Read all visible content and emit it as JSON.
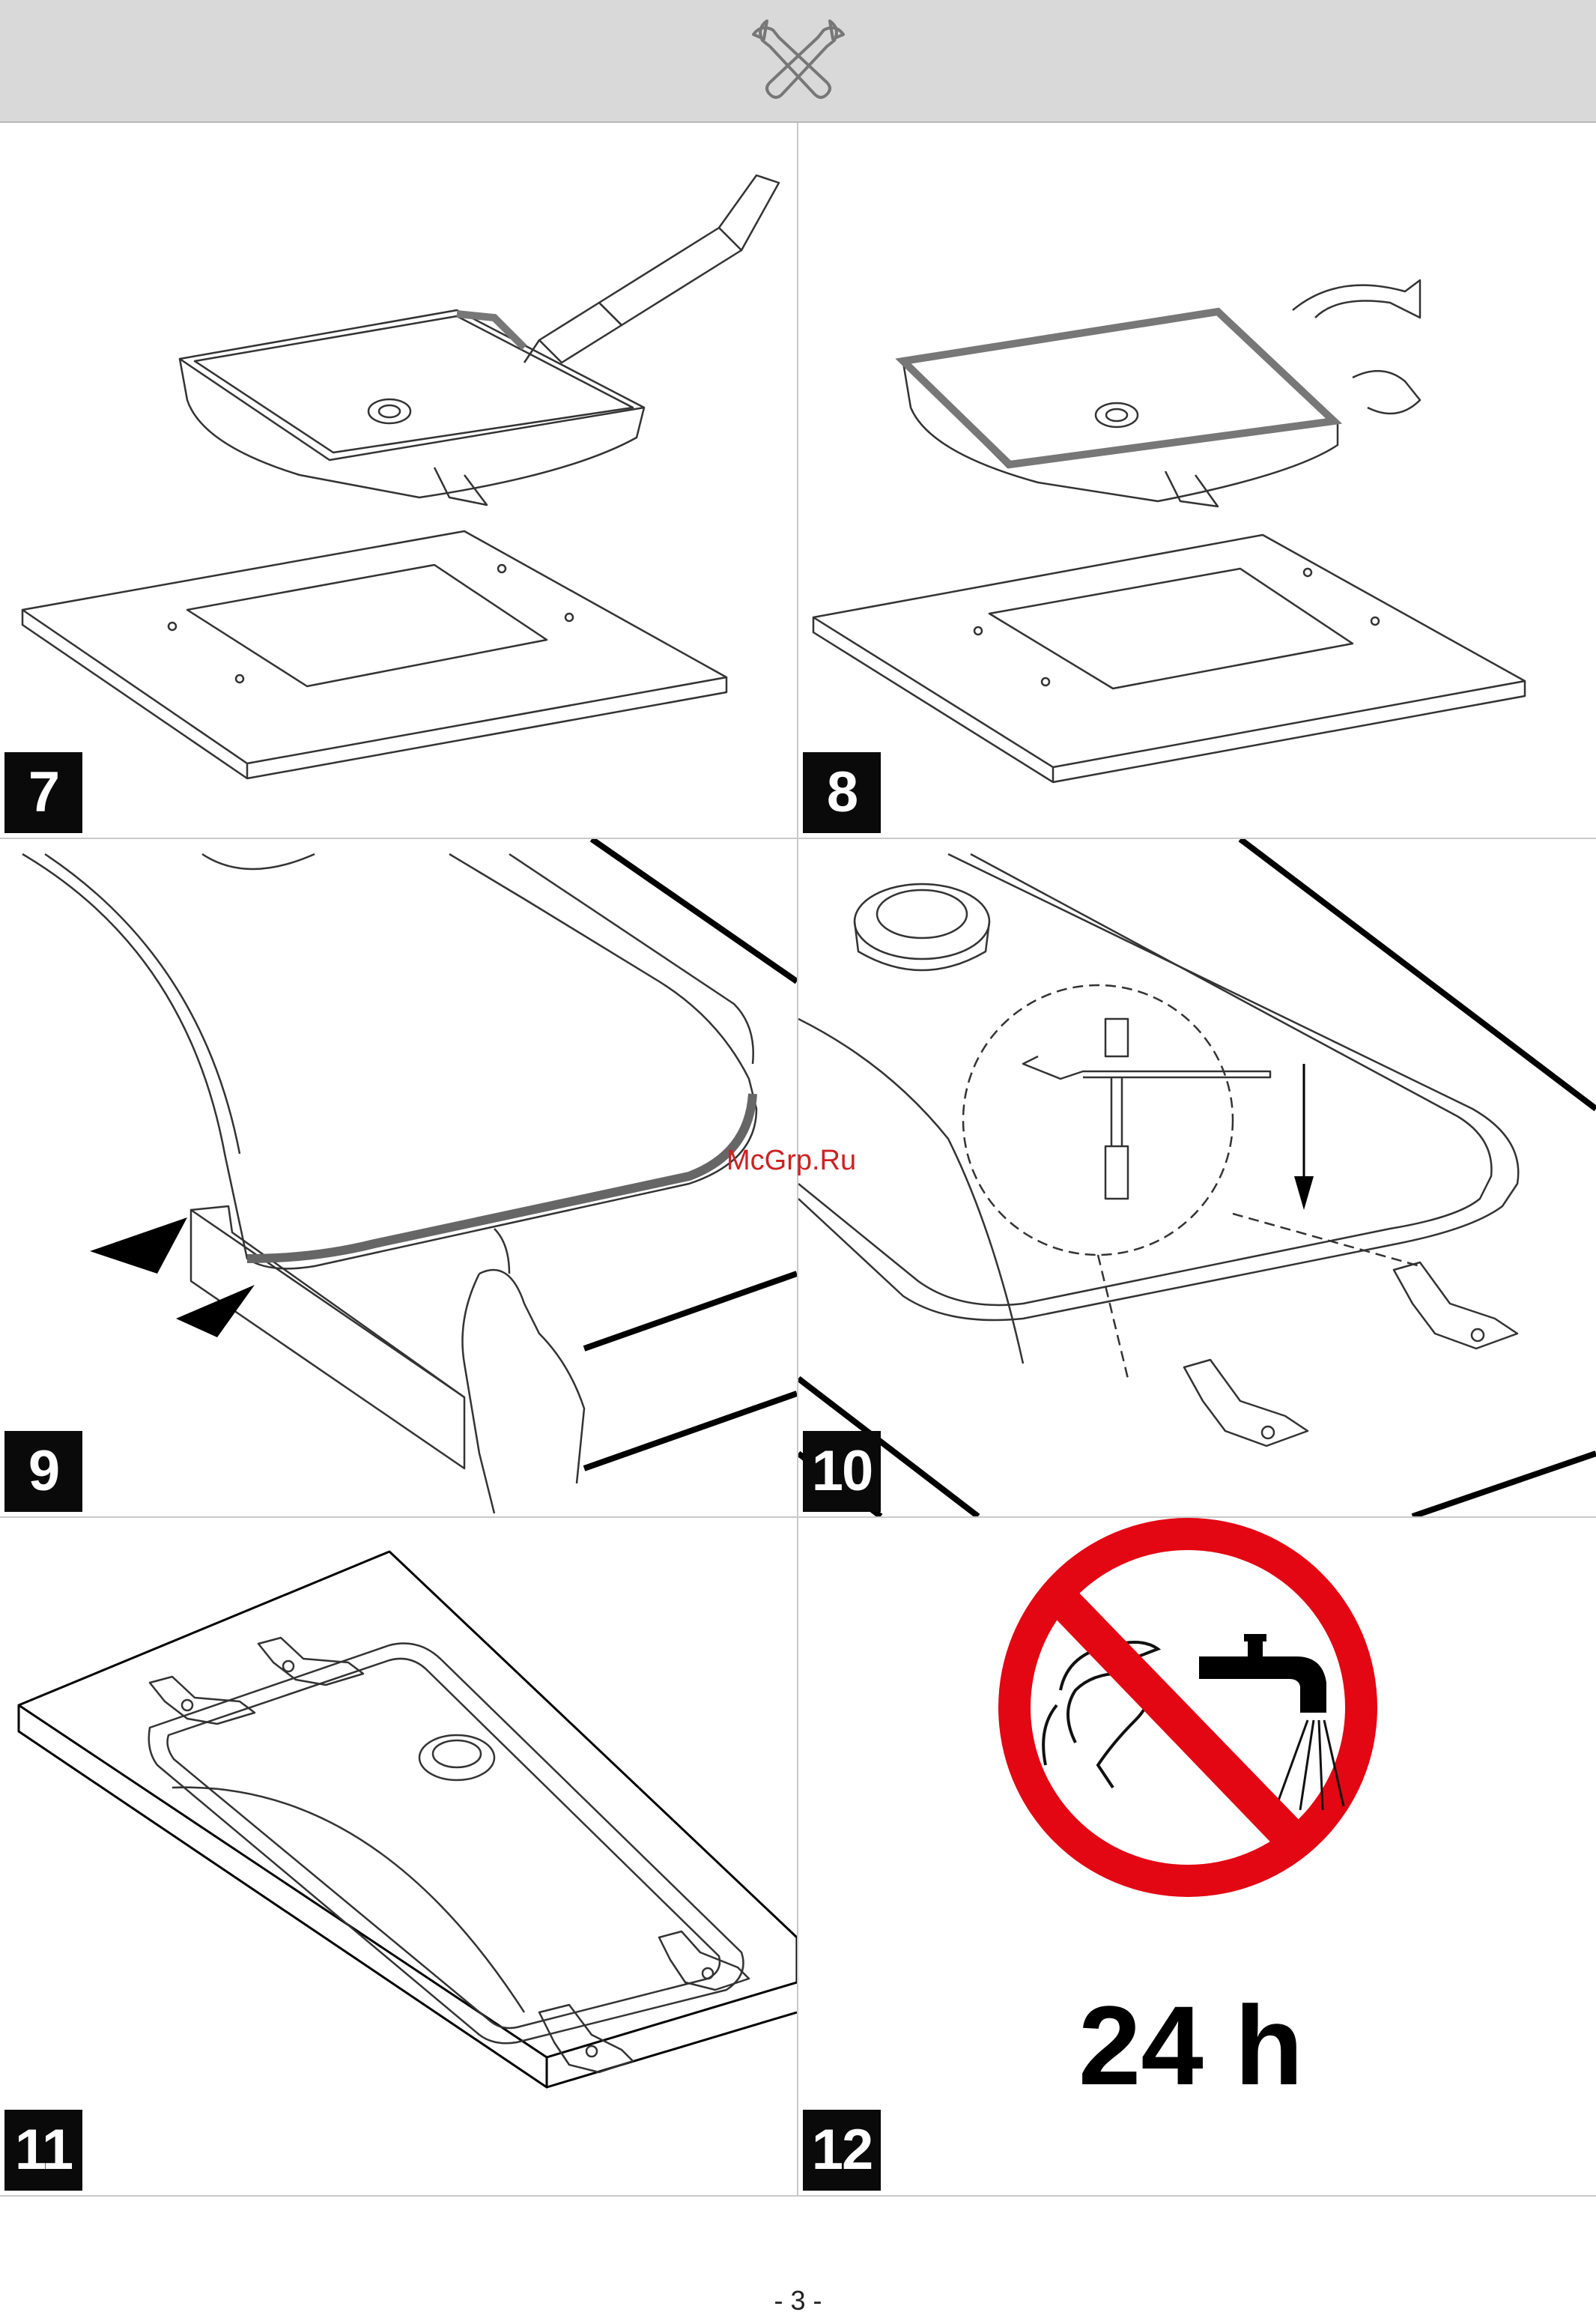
{
  "header": {
    "icon": "crossed-wrenches-icon",
    "background": "#d9d9d9"
  },
  "steps": [
    {
      "number": "7"
    },
    {
      "number": "8"
    },
    {
      "number": "9"
    },
    {
      "number": "10"
    },
    {
      "number": "11"
    },
    {
      "number": "12"
    }
  ],
  "watermark": "McGrp.Ru",
  "prohibition": {
    "text": "24 h",
    "ring_color": "#e30613",
    "icon": "no-water-hands-icon"
  },
  "page_number": "- 3 -"
}
